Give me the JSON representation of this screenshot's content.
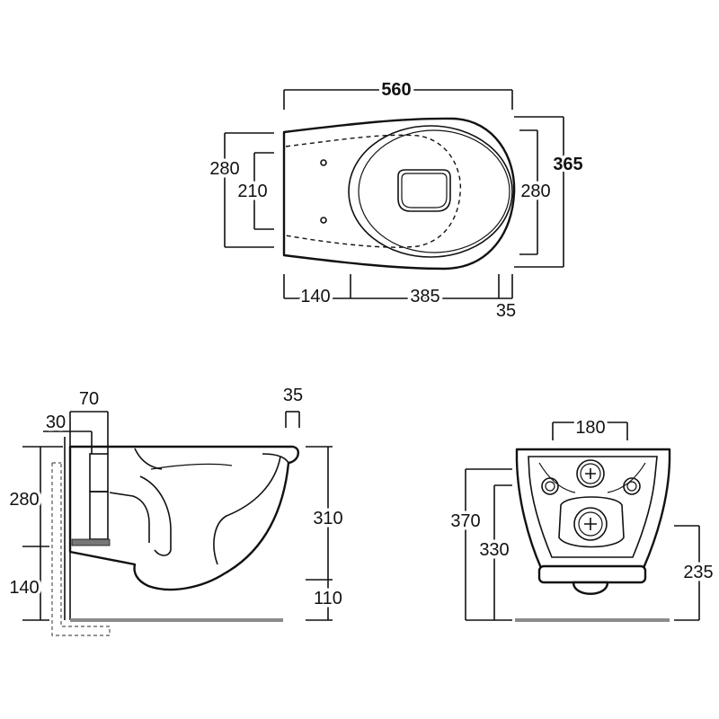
{
  "drawing": {
    "top_view": {
      "top": "560",
      "left_outer": "280",
      "left_inner": "210",
      "right_inner": "280",
      "right_outer": "365",
      "bottom_left": "140",
      "bottom_middle": "385",
      "bottom_right": "35"
    },
    "side_view": {
      "top_left_outer": "30",
      "top_left_inner": "70",
      "top_right": "35",
      "left_upper": "280",
      "left_lower": "140",
      "right_upper": "310",
      "right_lower": "110"
    },
    "front_view": {
      "top": "180",
      "left_outer": "370",
      "left_inner": "330",
      "right": "235"
    }
  }
}
